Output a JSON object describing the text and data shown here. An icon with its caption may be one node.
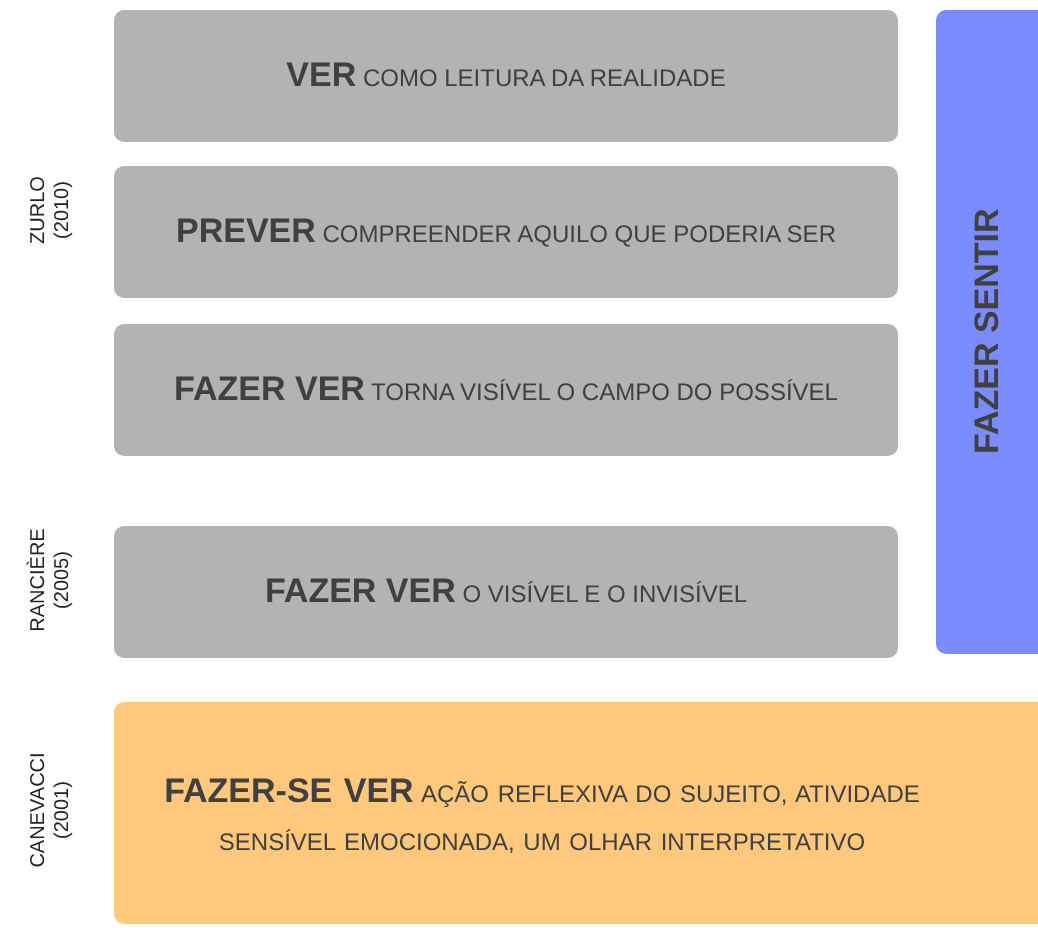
{
  "diagram": {
    "nodes": [
      {
        "text": [
          "**VER** COMO LEITURA DA REALIDADE"
        ]
      },
      {
        "text": [
          "**PREVER** COMPREENDER AQUILO QUE PODERIA SER"
        ]
      },
      {
        "text": [
          "**FAZER VER** TORNA VISÍVEL O CAMPO DO POSSÍVEL"
        ]
      },
      {
        "text": [
          "**FAZER VER** O VISÍVEL E O INVISÍVEL"
        ]
      },
      {
        "text": [
          "FAZER SENTIR"
        ]
      },
      {
        "text": [
          "**FAZER-SE VER** AÇÃO REFLEXIVA DO SUJEITO, ATIVIDADE SENSÍVEL EMOCIONADA, UM OLHAR INTERPRETATIVO"
        ]
      }
    ],
    "edges": [],
    "labels": [
      "ZURLO (2010)",
      "RANCIÈRE (2005)",
      "CANEVACCI (2001)"
    ]
  }
}
